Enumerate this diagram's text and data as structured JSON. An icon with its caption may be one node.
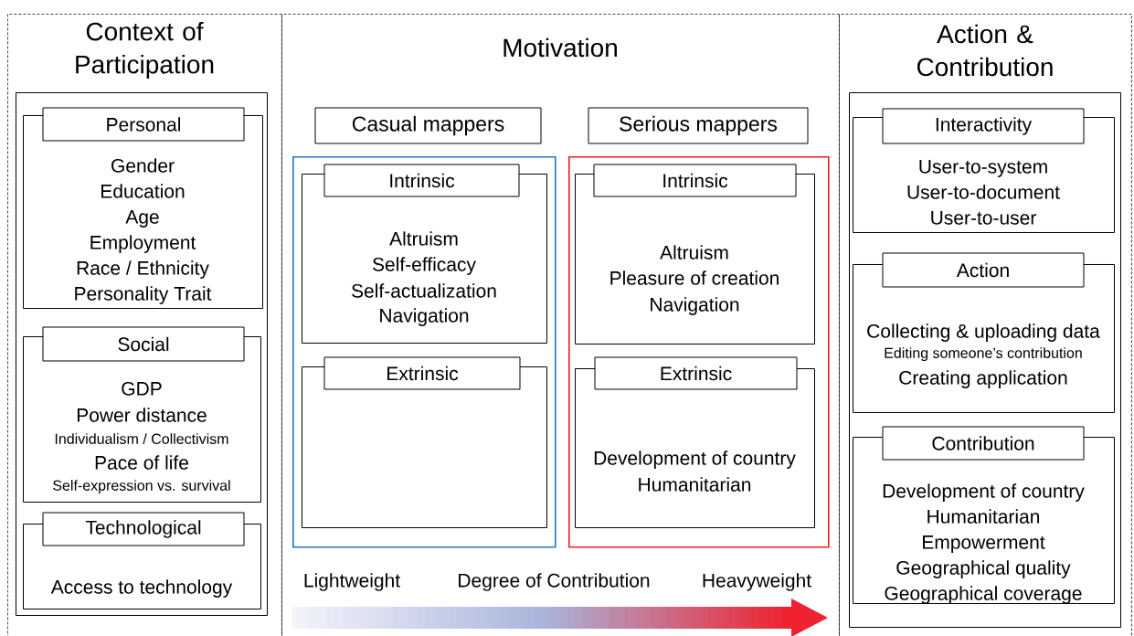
{
  "diagram": {
    "nodes": [
      {
        "text": [
          "Context of Participation"
        ]
      },
      {
        "text": [],
        "shape": "box",
        "in": 0
      },
      {
        "text": [
          "Personal",
          "Gender",
          "Education",
          "Age",
          "Employment",
          "Race / Ethnicity",
          "Personality Trait"
        ],
        "in": 1
      },
      {
        "text": [
          "Social",
          "GDP",
          "Power distance",
          "Individualism / Collectivism",
          "Pace of life",
          "Self-expression vs. survival"
        ],
        "in": 1
      },
      {
        "text": [
          "Technological",
          "Access to technology"
        ],
        "in": 1
      },
      {
        "text": [
          "Motivation"
        ]
      },
      {
        "text": [
          "Casual mappers"
        ],
        "in": 5
      },
      {
        "text": [],
        "shape": "box",
        "in": 5
      },
      {
        "text": [
          "Intrinsic",
          "Altruism",
          "Self-efficacy",
          "Self-actualization",
          "Navigation"
        ],
        "in": 7
      },
      {
        "text": [
          "Extrinsic"
        ],
        "in": 7
      },
      {
        "text": [
          "Serious mappers"
        ],
        "in": 5
      },
      {
        "text": [],
        "shape": "box",
        "in": 5
      },
      {
        "text": [
          "Intrinsic",
          "Altruism",
          "Pleasure of creation",
          "Navigation"
        ],
        "in": 11
      },
      {
        "text": [
          "Extrinsic",
          "Development of country",
          "Humanitarian"
        ],
        "in": 11
      },
      {
        "text": [
          "Action & Contribution"
        ]
      },
      {
        "text": [],
        "shape": "box",
        "in": 14
      },
      {
        "text": [
          "Interactivity",
          "User-to-system",
          "User-to-document",
          "User-to-user"
        ],
        "in": 15
      },
      {
        "text": [
          "Action",
          "Collecting & uploading data",
          "Editing someone’s contribution",
          "Creating application"
        ],
        "in": 15
      },
      {
        "text": [
          "Contribution",
          "Development of country",
          "Humanitarian",
          "Empowerment",
          "Geographical quality",
          "Geographical coverage"
        ],
        "in": 15
      }
    ],
    "labels": [
      "Lightweight",
      "Degree of Contribution",
      "Heavyweight"
    ]
  }
}
